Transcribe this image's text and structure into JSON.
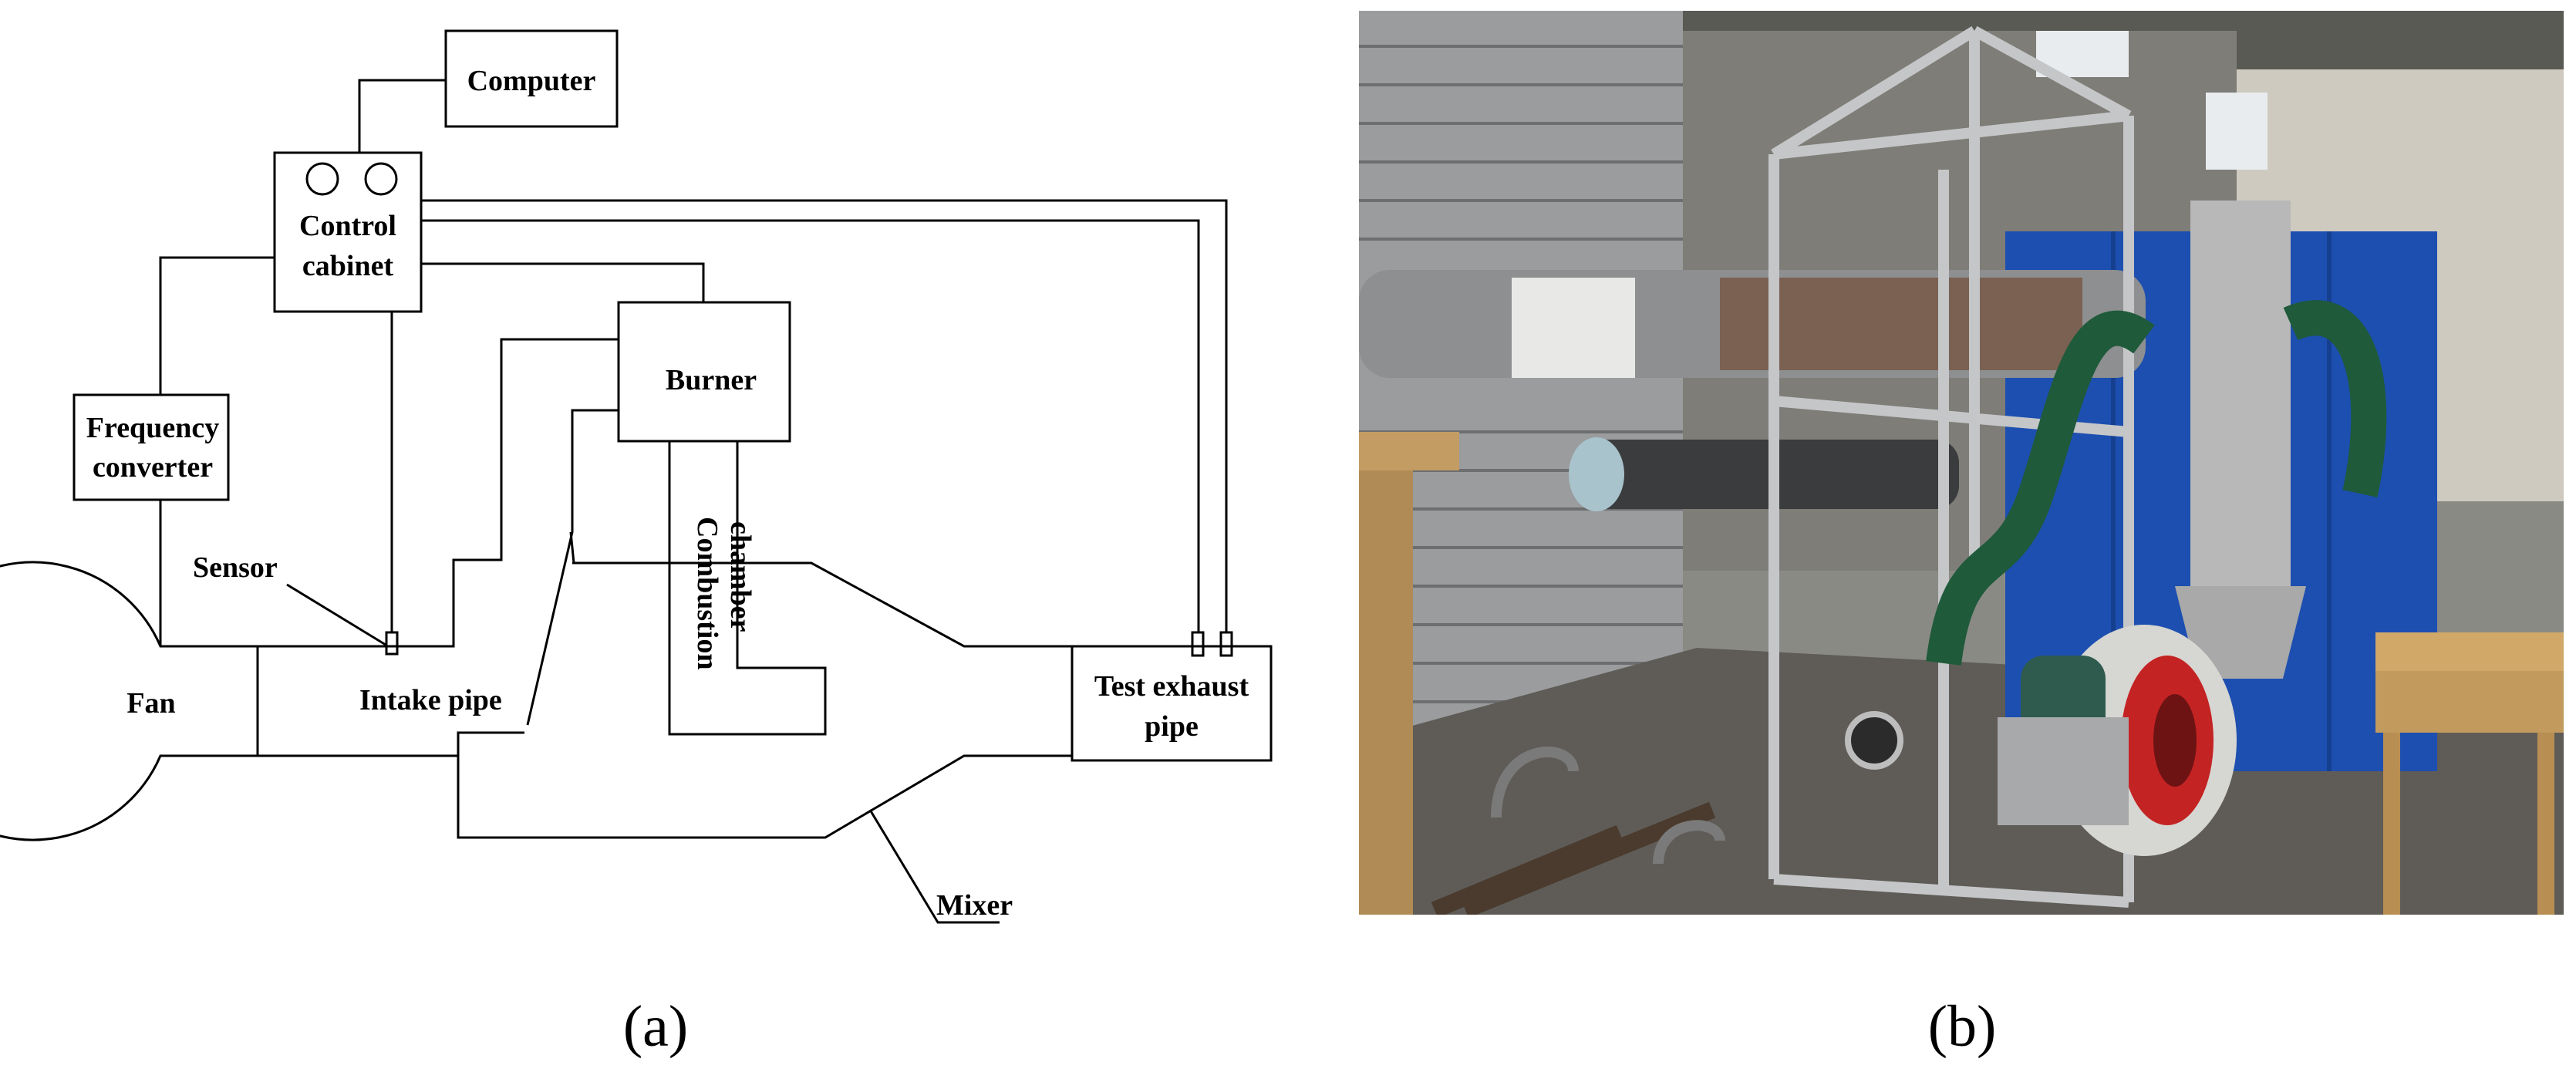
{
  "panel_a": {
    "caption": "(a)",
    "labels": {
      "computer": "Computer",
      "control_cabinet_line1": "Control",
      "control_cabinet_line2": "cabinet",
      "burner": "Burner",
      "frequency_converter_line1": "Frequency",
      "frequency_converter_line2": "converter",
      "sensor": "Sensor",
      "fan": "Fan",
      "intake_pipe": "Intake pipe",
      "combustion_chamber_line1": "Combustion",
      "combustion_chamber_line2": "chamber",
      "test_exhaust_pipe_line1": "Test exhaust",
      "test_exhaust_pipe_line2": "pipe",
      "mixer": "Mixer"
    }
  },
  "panel_b": {
    "caption": "(b)"
  },
  "colors": {
    "line": "#000000",
    "photo_bg_wall": "#6e6e6a",
    "blue_cabinet": "#1d4fb0",
    "green_hose": "#1f5a3a",
    "fan_red": "#c42323",
    "steel": "#b8b8b8"
  }
}
